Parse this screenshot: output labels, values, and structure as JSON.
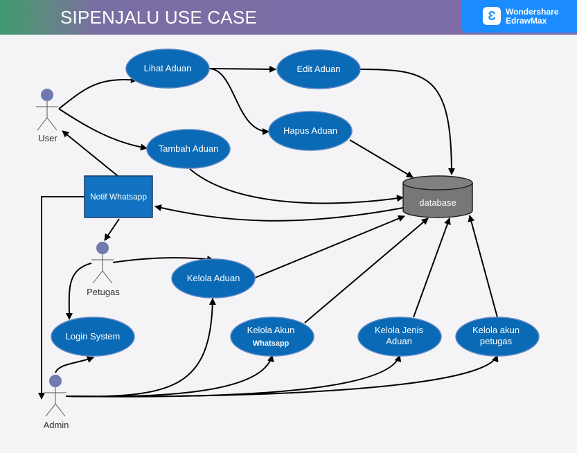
{
  "header": {
    "title": "SIPENJALU USE CASE",
    "brand_line1": "Wondershare",
    "brand_line2": "EdrawMax",
    "brand_logo": "edrawmax-logo-icon"
  },
  "colors": {
    "usecase_fill": "#0a6ab5",
    "usecase_stroke": "#5b86c5",
    "actor_head": "#6f7ab0",
    "database_fill": "#777777",
    "notif_fill": "#1173c1",
    "arrow": "#000000"
  },
  "actors": {
    "user": "User",
    "petugas": "Petugas",
    "admin": "Admin"
  },
  "usecases": {
    "lihat": "Lihat Aduan",
    "edit": "Edit Aduan",
    "hapus": "Hapus Aduan",
    "tambah": "Tambah Aduan",
    "kelola_aduan": "Kelola Aduan",
    "login": "Login System",
    "kelola_akun_l1": "Kelola Akun",
    "kelola_akun_l2": "Whatsapp",
    "kelola_jenis_l1": "Kelola Jenis",
    "kelola_jenis_l2": "Aduan",
    "kelola_petugas_l1": "Kelola akun",
    "kelola_petugas_l2": "petugas"
  },
  "system": {
    "notif": "Notif Whatsapp",
    "database": "database"
  }
}
